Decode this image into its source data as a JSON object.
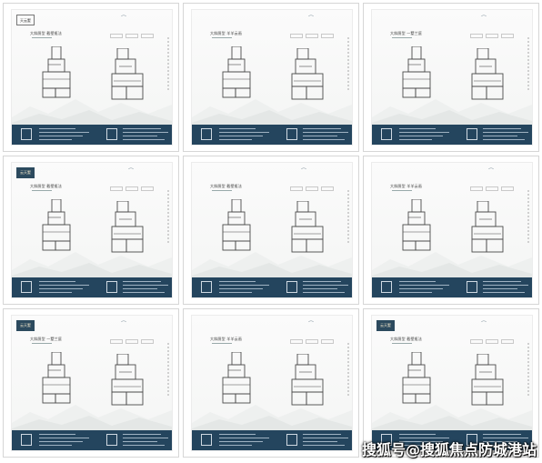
{
  "watermark": "搜狐号@搜狐焦点防城港站",
  "cards": [
    {
      "heading": "大斜厕型 截壁瓶法",
      "logo": "天云墅",
      "logo_style": "outline"
    },
    {
      "heading": "大斜厕型 羊羊云画",
      "logo": "",
      "logo_style": "none"
    },
    {
      "heading": "大斜厕型 一墅兰庭",
      "logo": "",
      "logo_style": "none"
    },
    {
      "heading": "大斜厕型 截壁瓶法",
      "logo": "云天墅",
      "logo_style": "solid"
    },
    {
      "heading": "大斜厕型 截壁瓶法",
      "logo": "",
      "logo_style": "none"
    },
    {
      "heading": "大斜厕型 羊羊云画",
      "logo": "",
      "logo_style": "none"
    },
    {
      "heading": "大斜厕型 一墅兰庭",
      "logo": "云天墅",
      "logo_style": "solid"
    },
    {
      "heading": "大斜厕型 羊羊云画",
      "logo": "",
      "logo_style": "none"
    },
    {
      "heading": "大斜厕型 截壁瓶法",
      "logo": "云天墅",
      "logo_style": "solid"
    }
  ]
}
